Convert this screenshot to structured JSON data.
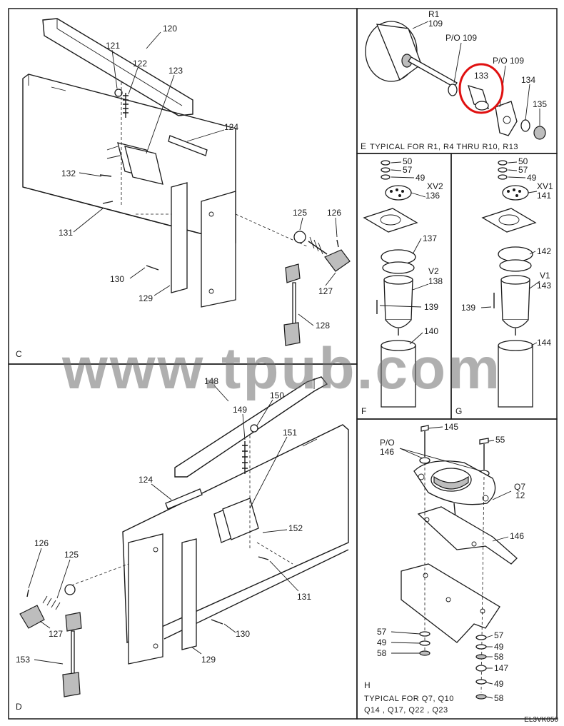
{
  "panels": {
    "C": {
      "letter": "C",
      "callouts": [
        "120",
        "121",
        "122",
        "123",
        "124",
        "132",
        "131",
        "130",
        "129",
        "125",
        "126",
        "127",
        "128"
      ]
    },
    "D": {
      "letter": "D",
      "callouts": [
        "148",
        "150",
        "149",
        "151",
        "124",
        "152",
        "126",
        "125",
        "131",
        "127",
        "130",
        "153",
        "129"
      ]
    },
    "E": {
      "letter": "E",
      "caption": "TYPICAL  FOR  R1, R4  THRU  R10, R13",
      "callouts": [
        "R1",
        "109",
        "P/O 109",
        "P/O 109",
        "133",
        "134",
        "135"
      ],
      "highlight_color": "#e01010"
    },
    "F": {
      "letter": "F",
      "callouts": [
        "50",
        "57",
        "49",
        "XV2",
        "136",
        "137",
        "V2",
        "138",
        "139",
        "140"
      ]
    },
    "G": {
      "letter": "G",
      "callouts": [
        "50",
        "57",
        "49",
        "XV1",
        "141",
        "142",
        "V1",
        "143",
        "139",
        "144"
      ]
    },
    "H": {
      "letter": "H",
      "caption_line1": "TYPICAL  FOR  Q7, Q10",
      "caption_line2": "Q14 , Q17, Q22 , Q23",
      "callouts": [
        "145",
        "P/O",
        "146",
        "55",
        "Q7",
        "12",
        "146",
        "57",
        "49",
        "58",
        "57",
        "49",
        "58",
        "147",
        "49",
        "58"
      ]
    }
  },
  "watermark": "www.tpub.com",
  "figure_id": "EL3VK050"
}
